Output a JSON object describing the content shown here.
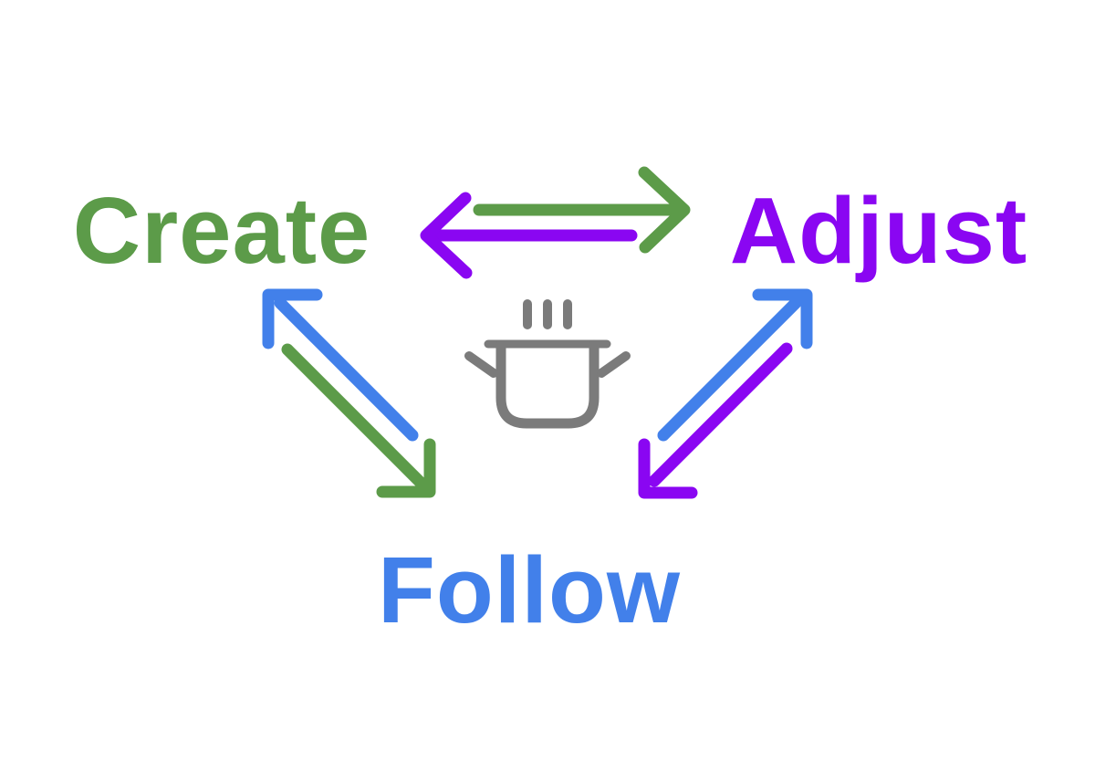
{
  "page": {
    "background": "#ffffff"
  },
  "diagram": {
    "labels": {
      "create": "Create",
      "adjust": "Adjust",
      "follow": "Follow"
    },
    "colors": {
      "green": "#5c9b49",
      "purple": "#8a06f2",
      "blue": "#4280ea",
      "gray": "#7b7b7b"
    },
    "center_icon": "cooking-pot-icon",
    "arrows": [
      {
        "name": "arrow-create-to-adjust",
        "from": "Create",
        "to": "Adjust",
        "color": "#5c9b49"
      },
      {
        "name": "arrow-adjust-to-create",
        "from": "Adjust",
        "to": "Create",
        "color": "#8a06f2"
      },
      {
        "name": "arrow-follow-to-create",
        "from": "Follow",
        "to": "Create",
        "color": "#4280ea"
      },
      {
        "name": "arrow-create-to-follow",
        "from": "Create",
        "to": "Follow",
        "color": "#5c9b49"
      },
      {
        "name": "arrow-follow-to-adjust",
        "from": "Follow",
        "to": "Adjust",
        "color": "#4280ea"
      },
      {
        "name": "arrow-adjust-to-follow",
        "from": "Adjust",
        "to": "Follow",
        "color": "#8a06f2"
      }
    ]
  }
}
